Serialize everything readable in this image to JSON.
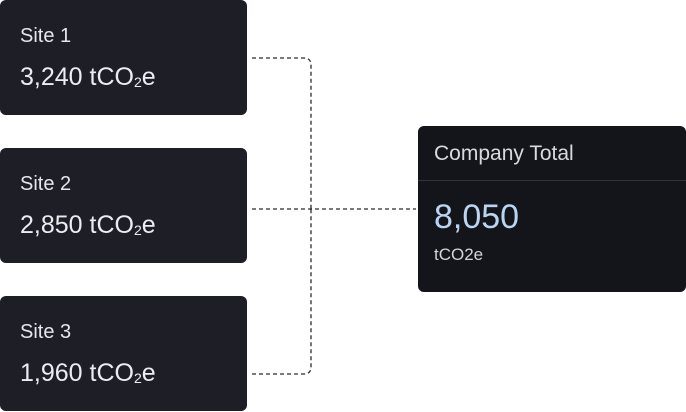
{
  "sites": [
    {
      "label": "Site 1",
      "number": "3,240",
      "unit_prefix": "tCO",
      "unit_sub": "2",
      "unit_suffix": "e"
    },
    {
      "label": "Site 2",
      "number": "2,850",
      "unit_prefix": "tCO",
      "unit_sub": "2",
      "unit_suffix": "e"
    },
    {
      "label": "Site 3",
      "number": "1,960",
      "unit_prefix": "tCO",
      "unit_sub": "2",
      "unit_suffix": "e"
    }
  ],
  "total": {
    "title": "Company Total",
    "value": "8,050",
    "unit": "tCO2e"
  },
  "colors": {
    "card_bg": "#1e1e26",
    "total_bg": "#14141b",
    "total_value": "#b9d5f2",
    "connector": "#2b2b33"
  }
}
